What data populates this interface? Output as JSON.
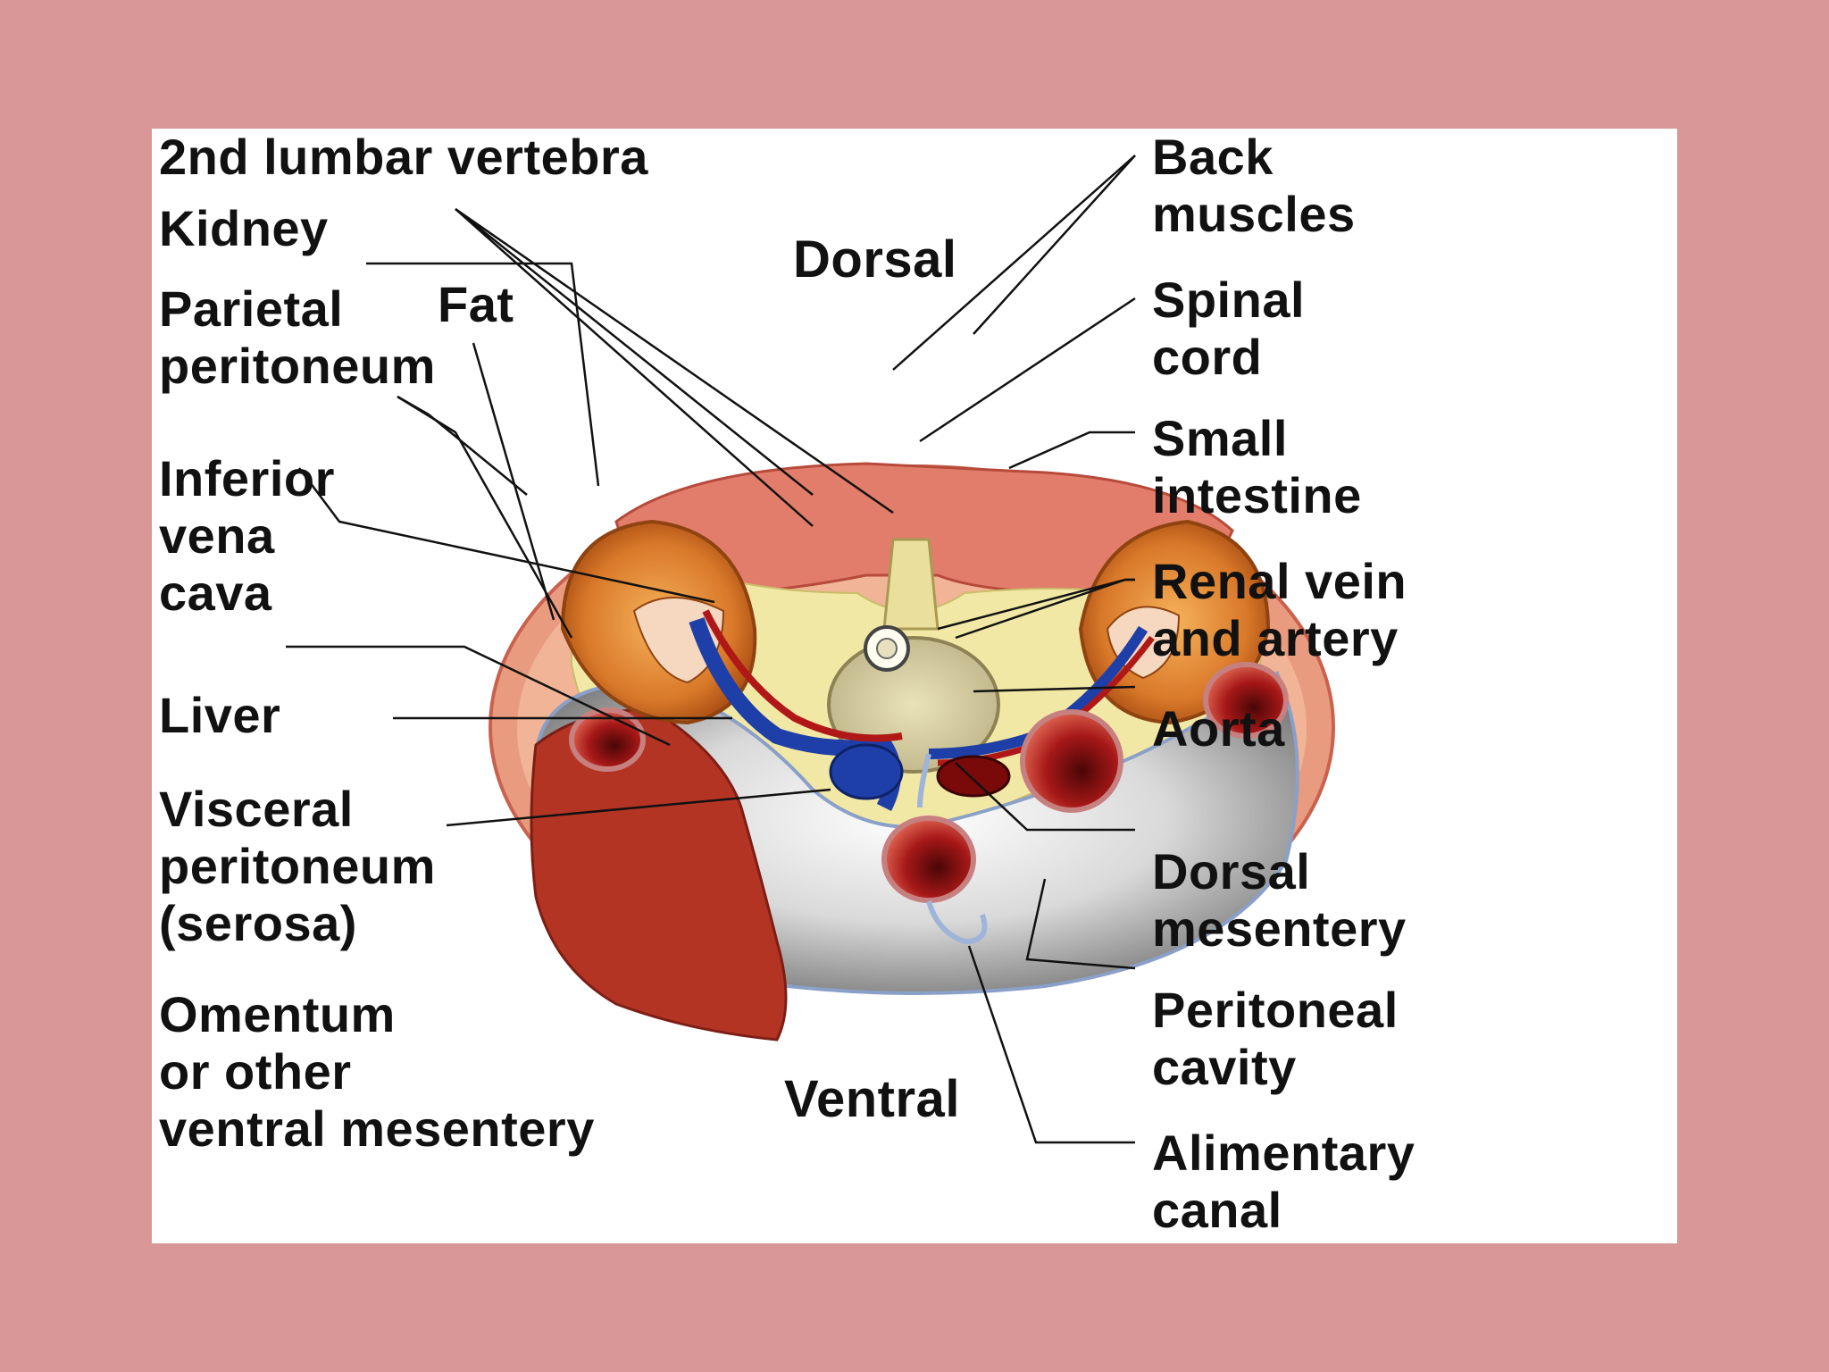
{
  "diagram": {
    "labels": {
      "lumbar_vertebra": "2nd lumbar vertebra",
      "kidney": "Kidney",
      "parietal_peritoneum": [
        "Parietal",
        "peritoneum"
      ],
      "fat": "Fat",
      "inferior_vena_cava": [
        "Inferior",
        "vena",
        "cava"
      ],
      "liver": "Liver",
      "visceral_peritoneum": [
        "Visceral",
        "peritoneum",
        "(serosa)"
      ],
      "omentum": [
        "Omentum",
        "or other",
        "ventral mesentery"
      ],
      "dorsal": "Dorsal",
      "ventral": "Ventral",
      "back_muscles": [
        "Back",
        "muscles"
      ],
      "spinal_cord": [
        "Spinal",
        "cord"
      ],
      "small_intestine": [
        "Small",
        "intestine"
      ],
      "renal_vessels": [
        "Renal vein",
        "and artery"
      ],
      "aorta": "Aorta",
      "dorsal_mesentery": [
        "Dorsal",
        "mesentery"
      ],
      "peritoneal_cavity": [
        "Peritoneal",
        "cavity"
      ],
      "alimentary_canal": [
        "Alimentary",
        "canal"
      ]
    },
    "colors": {
      "frame_background": "#d99797",
      "muscle": "#e27d6b",
      "fat": "#f2e8a6",
      "kidney": "#d9792a",
      "liver": "#b43424",
      "vein": "#1e3fa8",
      "artery": "#b01818",
      "cavity": "#a9a9a9"
    }
  }
}
